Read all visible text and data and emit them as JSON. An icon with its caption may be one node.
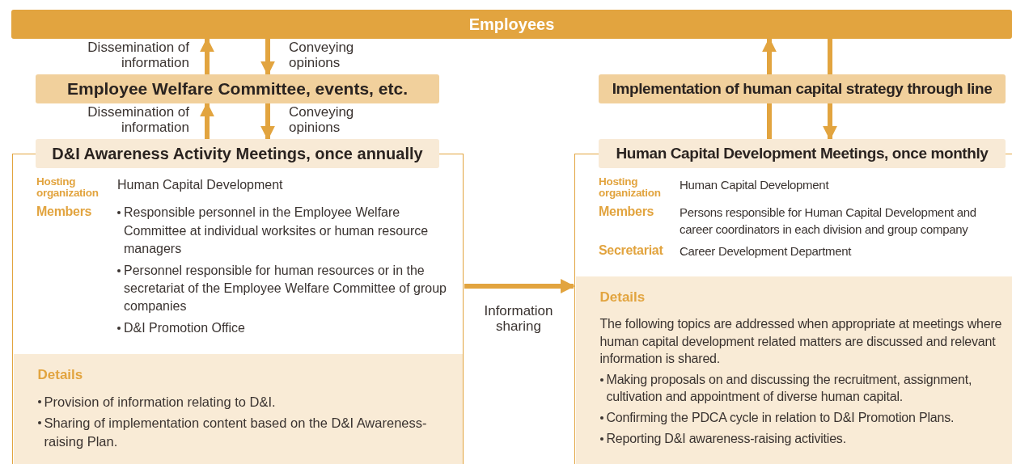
{
  "diagram": {
    "nodes": [
      {
        "text": [
          "Employees"
        ]
      },
      {
        "text": [
          "Employee Welfare Committee, events, etc."
        ]
      },
      {
        "text": [
          "D&I Awareness Activity Meetings, once annually",
          "Hosting organization",
          "Human Capital Development",
          "Members",
          "Responsible personnel in the Employee Welfare Committee at individual worksites or human resource managers",
          "Personnel responsible for human resources or in the secretariat of the Employee Welfare Committee of group companies",
          "D&I Promotion Office"
        ]
      },
      {
        "text": [
          "Details",
          "Provision of information relating to D&I.",
          "Sharing of implementation content based on the D&I Awareness-raising Plan."
        ],
        "in": 2
      },
      {
        "text": [
          "Implementation of human capital strategy through line"
        ]
      },
      {
        "text": [
          "Human Capital Development Meetings, once monthly",
          "Hosting organization",
          "Human Capital Development",
          "Members",
          "Persons responsible for Human Capital Development and career coordinators in each division and group company",
          "Secretariat",
          "Career Development Department"
        ]
      },
      {
        "text": [
          "Details",
          "The following topics are addressed when appropriate at meetings where human capital development related matters are discussed and relevant information is shared.",
          "Making proposals on and discussing the recruitment, assignment, cultivation and appointment of diverse human capital.",
          "Confirming the PDCA cycle in relation to D&I Promotion Plans.",
          "Reporting D&I awareness-raising activities."
        ],
        "in": 5
      }
    ],
    "edges": [
      {
        "from": 1,
        "to": 0,
        "arrow": "to",
        "label": "Dissemination of information"
      },
      {
        "from": 0,
        "to": 1,
        "arrow": "to",
        "label": "Conveying opinions"
      },
      {
        "from": 2,
        "to": 1,
        "arrow": "to",
        "label": "Dissemination of information"
      },
      {
        "from": 1,
        "to": 2,
        "arrow": "to",
        "label": "Conveying opinions"
      },
      {
        "from": 5,
        "to": 4,
        "arrow": "none"
      },
      {
        "from": 4,
        "to": 0,
        "arrow": "to"
      },
      {
        "from": 0,
        "to": 4,
        "arrow": "none"
      },
      {
        "from": 4,
        "to": 5,
        "arrow": "to"
      },
      {
        "from": 2,
        "to": 5,
        "arrow": "to",
        "label": "Information sharing"
      }
    ]
  }
}
